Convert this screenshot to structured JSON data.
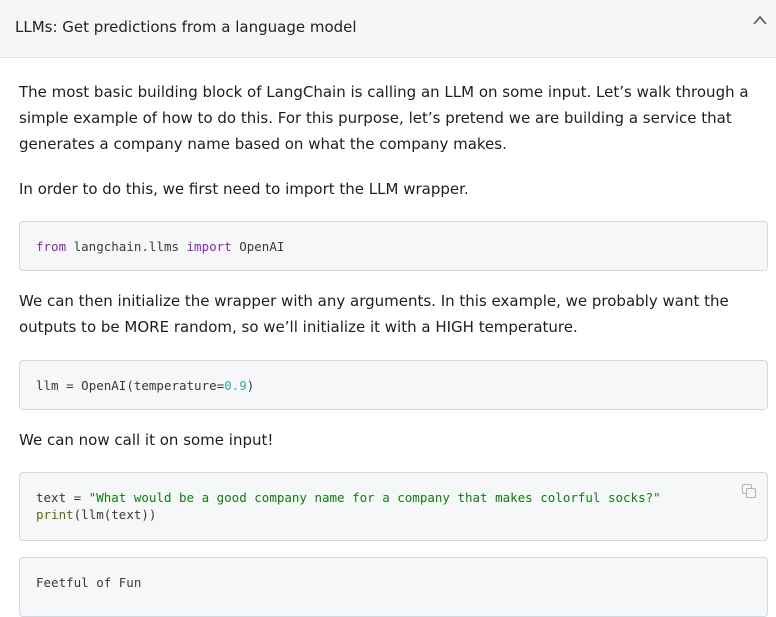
{
  "header": {
    "title": "LLMs: Get predictions from a language model",
    "toggle_icon": "chevron-up-icon"
  },
  "paragraphs": {
    "p1": "The most basic building block of LangChain is calling an LLM on some input. Let’s walk through a simple example of how to do this. For this purpose, let’s pretend we are building a service that generates a company name based on what the company makes.",
    "p2": "In order to do this, we first need to import the LLM wrapper.",
    "p3": "We can then initialize the wrapper with any arguments. In this example, we probably want the outputs to be MORE random, so we’ll initialize it with a HIGH temperature.",
    "p4": "We can now call it on some input!"
  },
  "code1": {
    "kw_from": "from",
    "module": " langchain.llms ",
    "kw_import": "import",
    "name": " OpenAI"
  },
  "code2": {
    "var": "llm ",
    "eq": "=",
    "call": " OpenAI(temperature",
    "eq2": "=",
    "num": "0.9",
    "close": ")"
  },
  "code3": {
    "var": "text ",
    "eq": "=",
    "str": " \"What would be a good company name for a company that makes colorful socks?\"",
    "fn": "print",
    "args": "(llm(text))",
    "copy_icon": "copy-icon"
  },
  "code4": {
    "output": "Feetful of Fun"
  }
}
